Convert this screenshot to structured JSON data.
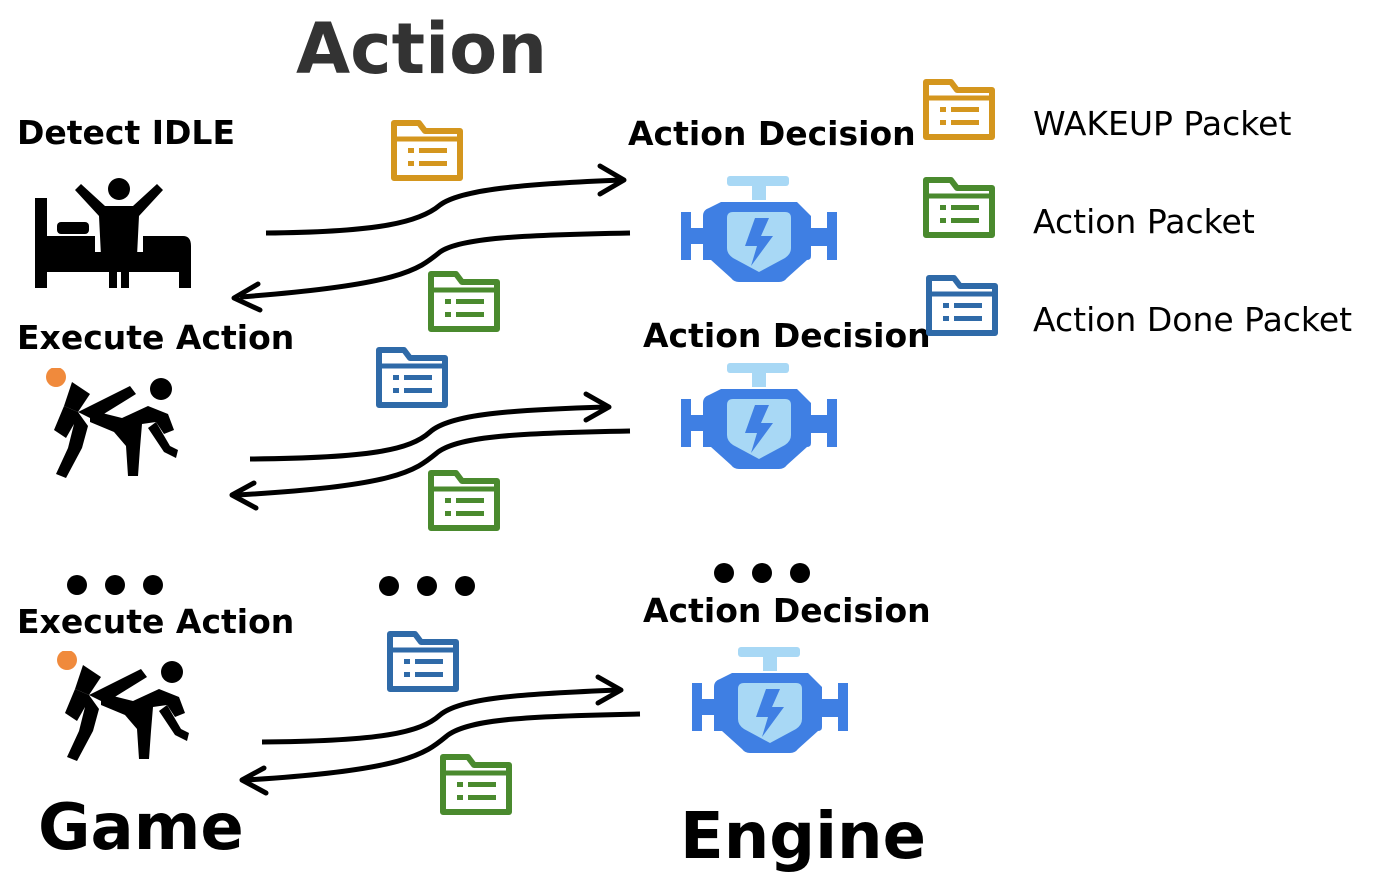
{
  "title": "Action",
  "game": {
    "steps": [
      "Detect IDLE",
      "Execute Action",
      "Execute Action"
    ],
    "label": "Game"
  },
  "engine": {
    "steps": [
      "Action Decision",
      "Action Decision",
      "Action Decision"
    ],
    "label": "Engine"
  },
  "legend": {
    "items": [
      {
        "label": "WAKEUP Packet",
        "color": "#D4961E"
      },
      {
        "label": "Action Packet",
        "color": "#4A8A2E"
      },
      {
        "label": "Action Done Packet",
        "color": "#2F6AA8"
      }
    ]
  },
  "colors": {
    "engine_blue": "#3F7FE3",
    "engine_light": "#A8D8F5",
    "person_head_orange": "#F08A3C",
    "arrow": "#000000"
  },
  "icons": [
    "bed-person-icon",
    "fighting-people-icon",
    "engine-icon",
    "folder-packet-icon"
  ]
}
